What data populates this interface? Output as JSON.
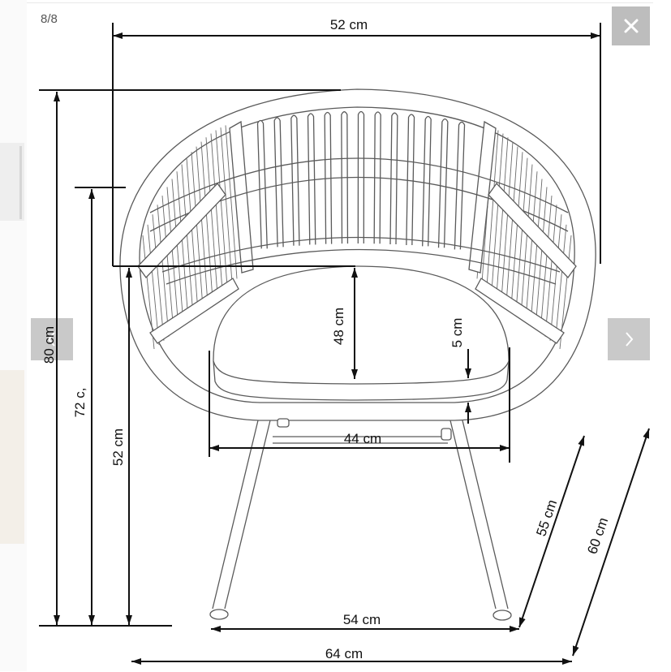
{
  "viewer": {
    "counter": "8/8",
    "close_icon": "close-icon",
    "prev_icon": "chevron-left-icon",
    "next_icon": "chevron-right-icon",
    "control_bg": "#bdbdbd",
    "control_fg": "#ffffff"
  },
  "drawing": {
    "width_top": "52 cm",
    "height_total": "80 cm",
    "height_back": "72 c,",
    "height_seat_back": "52 cm",
    "seat_back_height": "48 cm",
    "cushion_thickness": "5 cm",
    "seat_width": "44 cm",
    "leg_width": "54 cm",
    "total_width": "64 cm",
    "leg_depth": "55 cm",
    "total_depth": "60 cm"
  }
}
